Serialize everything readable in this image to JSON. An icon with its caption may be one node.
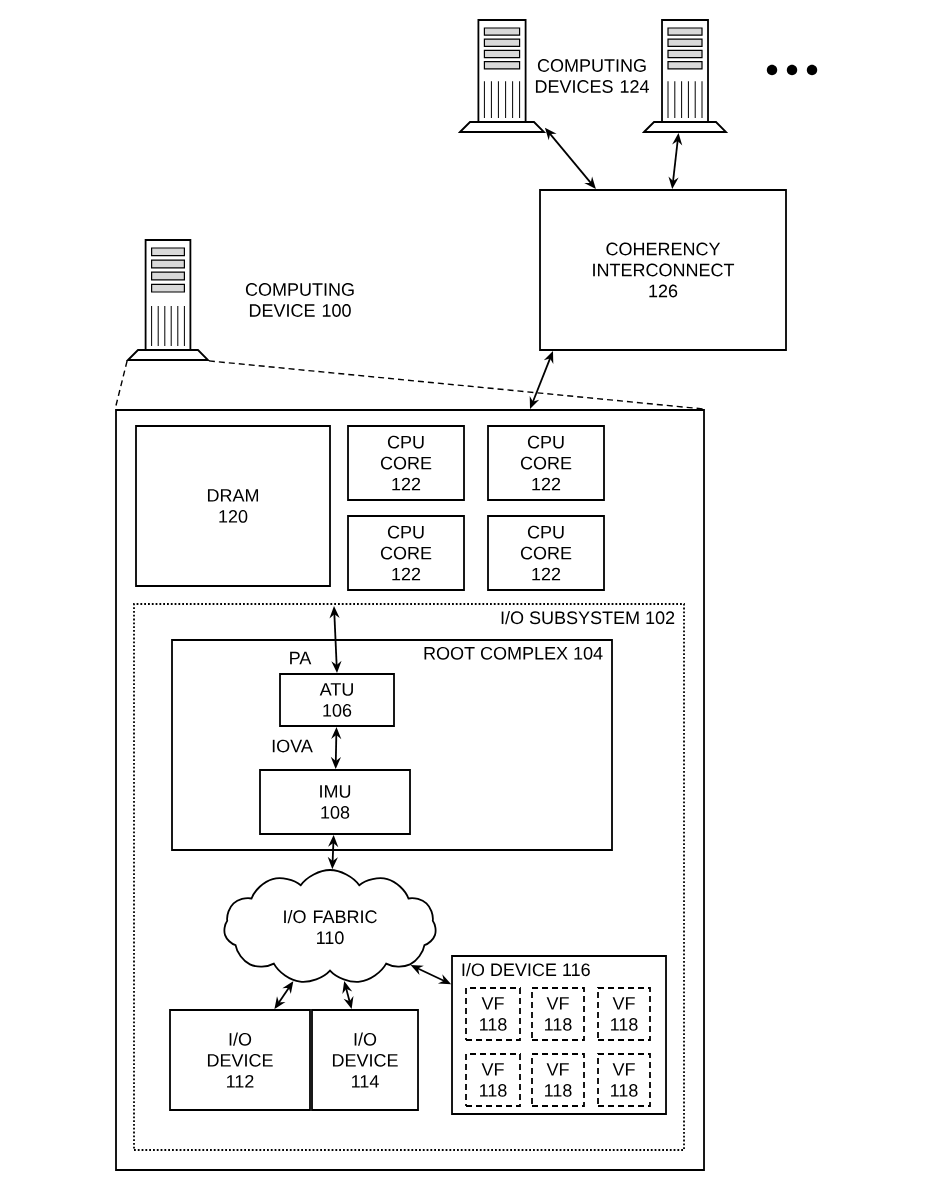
{
  "diagram": {
    "nodes": [
      {
        "text": [],
        "shape": "picture",
        "beside": [
          "COMPUTING DEVICE 100"
        ]
      },
      {
        "text": [],
        "shape": "picture"
      },
      {
        "text": [],
        "shape": "picture"
      },
      {
        "text": [
          "COHERENCY INTERCONNECT 126"
        ]
      },
      {
        "text": [],
        "shape": "box"
      },
      {
        "text": [
          "DRAM 120"
        ],
        "in": 4
      },
      {
        "text": [
          "CPU CORE 122"
        ],
        "in": 4
      },
      {
        "text": [
          "CPU CORE 122"
        ],
        "in": 4
      },
      {
        "text": [
          "CPU CORE 122"
        ],
        "in": 4
      },
      {
        "text": [
          "CPU CORE 122"
        ],
        "in": 4
      },
      {
        "text": [
          "I/O SUBSYSTEM 102"
        ],
        "in": 4
      },
      {
        "text": [
          "ROOT COMPLEX 104"
        ],
        "in": 10
      },
      {
        "text": [
          "ATU 106"
        ],
        "in": 11
      },
      {
        "text": [
          "IMU 108"
        ],
        "in": 11
      },
      {
        "text": [
          "I/O FABRIC 110"
        ],
        "in": 10
      },
      {
        "text": [
          "I/O DEVICE 112"
        ],
        "in": 10
      },
      {
        "text": [
          "I/O DEVICE 114"
        ],
        "in": 10
      },
      {
        "text": [
          "I/O DEVICE 116"
        ],
        "in": 10
      },
      {
        "text": [
          "VF 118"
        ],
        "in": 17
      },
      {
        "text": [
          "VF 118"
        ],
        "in": 17
      },
      {
        "text": [
          "VF 118"
        ],
        "in": 17
      },
      {
        "text": [
          "VF 118"
        ],
        "in": 17
      },
      {
        "text": [
          "VF 118"
        ],
        "in": 17
      },
      {
        "text": [
          "VF 118"
        ],
        "in": 17
      }
    ],
    "edges": [
      {
        "from": 1,
        "to": 3,
        "arrow": "both"
      },
      {
        "from": 2,
        "to": 3,
        "arrow": "both"
      },
      {
        "from": 3,
        "to": 4,
        "arrow": "both"
      },
      {
        "from": 0,
        "to": 4,
        "arrow": "none",
        "style": "dashed"
      },
      {
        "from": 0,
        "to": 4,
        "arrow": "none",
        "style": "dashed"
      },
      {
        "from": null,
        "to": 12,
        "arrow": "both",
        "label": "PA"
      },
      {
        "from": 12,
        "to": 13,
        "arrow": "both",
        "label": "IOVA"
      },
      {
        "from": 13,
        "to": 14,
        "arrow": "both"
      },
      {
        "from": 14,
        "to": 15,
        "arrow": "both"
      },
      {
        "from": 14,
        "to": 16,
        "arrow": "both"
      },
      {
        "from": 14,
        "to": 17,
        "arrow": "both"
      }
    ],
    "labels": [
      "COMPUTING DEVICES 124"
    ]
  }
}
